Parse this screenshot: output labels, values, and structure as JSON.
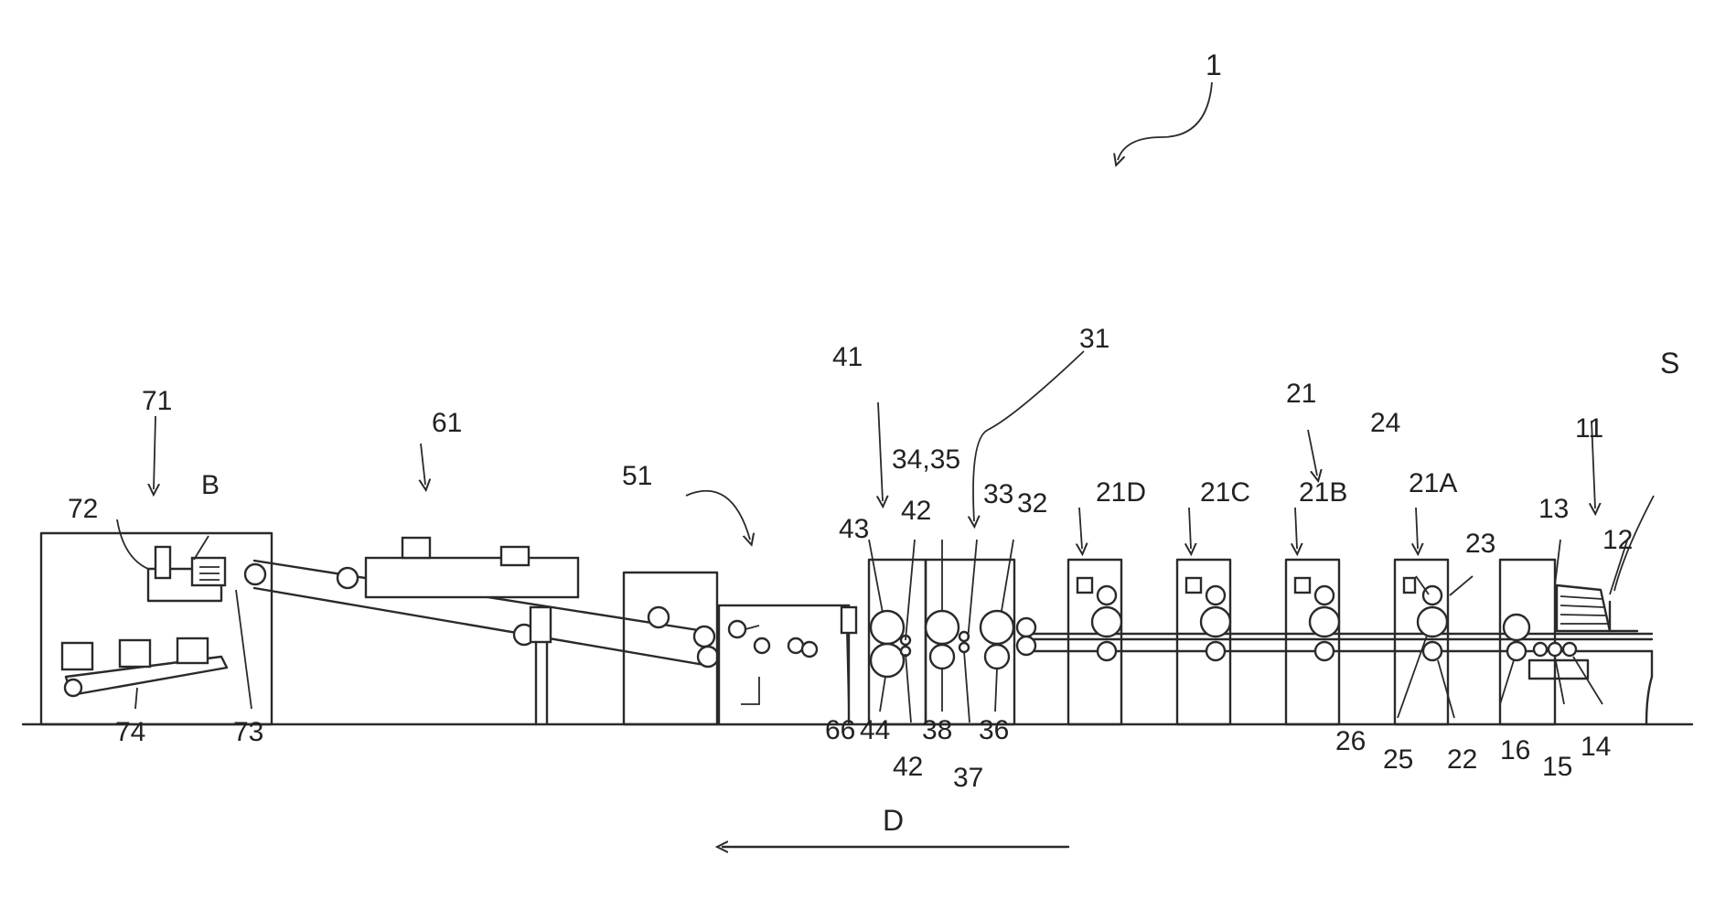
{
  "labels": {
    "l1": "1",
    "l11": "11",
    "l12": "12",
    "l13": "13",
    "l14": "14",
    "l15": "15",
    "l16": "16",
    "lS": "S",
    "l21": "21",
    "l21A": "21A",
    "l21B": "21B",
    "l21C": "21C",
    "l21D": "21D",
    "l22": "22",
    "l23": "23",
    "l24": "24",
    "l25": "25",
    "l26": "26",
    "l31": "31",
    "l32": "32",
    "l33": "33",
    "l3435": "34,35",
    "l36": "36",
    "l37": "37",
    "l38": "38",
    "l41": "41",
    "l42a": "42",
    "l42b": "42",
    "l43": "43",
    "l44": "44",
    "l51": "51",
    "l61": "61",
    "l66": "66",
    "l71": "71",
    "l72": "72",
    "l73": "73",
    "l74": "74",
    "lB": "B",
    "lD": "D"
  }
}
